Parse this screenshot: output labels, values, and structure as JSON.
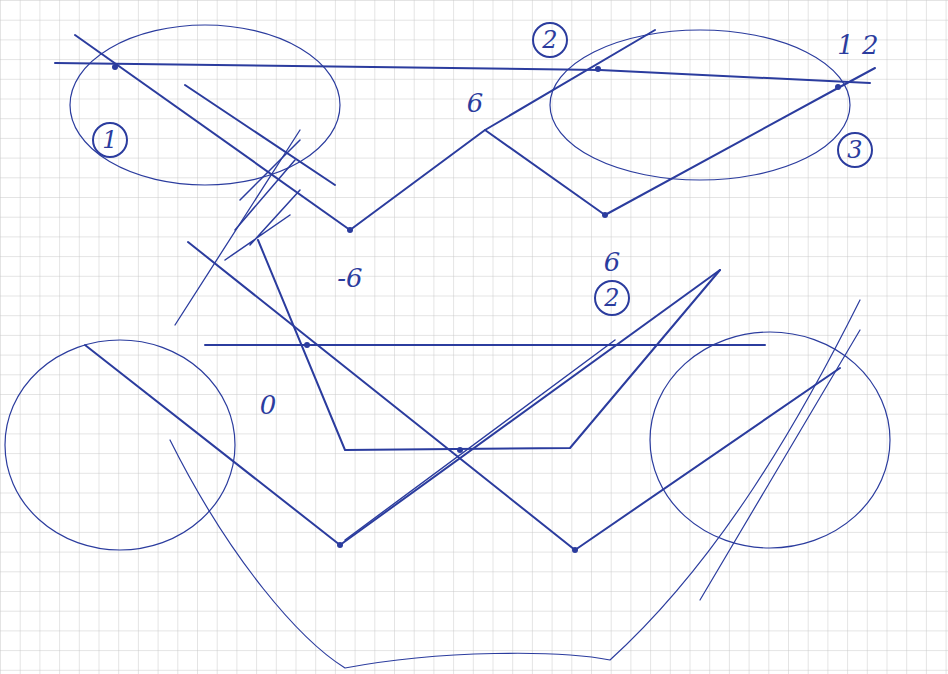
{
  "diagram": {
    "nodes": [
      {
        "text": [
          "2"
        ]
      },
      {
        "text": [
          "1"
        ]
      },
      {
        "text": [
          "3"
        ]
      },
      {
        "text": [
          "2"
        ]
      }
    ],
    "labels": [
      "1 2",
      "6",
      "-6",
      "6",
      "0"
    ]
  }
}
